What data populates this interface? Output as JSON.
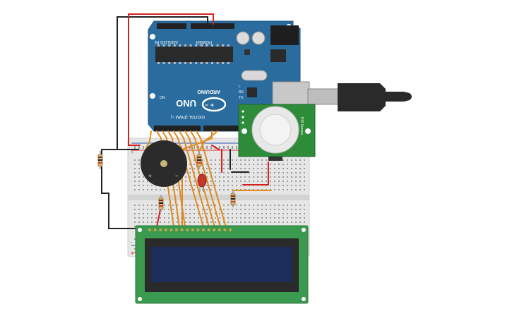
{
  "arduino": {
    "brand": "ARDUINO",
    "model": "UNO",
    "digital_label": "DIGITAL (PWM ~)",
    "analog_label": "ANALOG IN",
    "power_label": "POWER",
    "on_label": "ON",
    "tx_label": "TX",
    "rx_label": "RX",
    "l_label": "L",
    "board_color": "#2a6c9e"
  },
  "pir_sensor": {
    "name": "PIR Sensor",
    "board_color": "#2e8b3a"
  },
  "usb_cable": {
    "color": "#222222"
  },
  "lcd": {
    "board_color": "#3a9a4f",
    "screen_color": "#1c2d5a"
  },
  "breadboard": {
    "color": "#e6e6e6",
    "plus_label": "+",
    "minus_label": "-"
  },
  "buzzer": {
    "plus_label": "+",
    "minus_label": "−"
  },
  "colors": {
    "wire_orange": "#e08a1e",
    "wire_red": "#d81f1f",
    "wire_black": "#222222",
    "led_red": "#c0392b"
  }
}
